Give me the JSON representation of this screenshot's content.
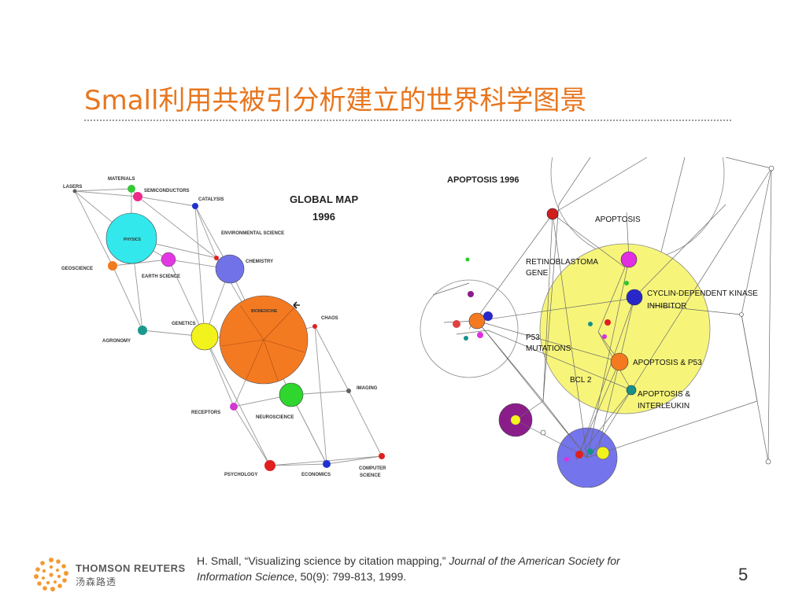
{
  "slide": {
    "title": "Small利用共被引分析建立的世界科学图景",
    "page_number": "5",
    "accent_color": "#e8761e"
  },
  "global_map": {
    "title_line1": "GLOBAL MAP",
    "title_line2": "1996",
    "labels": {
      "materials": "MATERIALS",
      "lasers": "LASERS",
      "semiconductors": "SEMICONDUCTORS",
      "catalysis": "CATALYSIS",
      "physics": "PHYSICS",
      "environmental_science": "ENVIRONMENTAL SCIENCE",
      "geoscience": "GEOSCIENCE",
      "earth_science": "EARTH SCIENCE",
      "chemistry": "CHEMISTRY",
      "biomedicine": "BIOMEDICINE",
      "chaos": "CHAOS",
      "agronomy": "AGRONOMY",
      "genetics": "GENETICS",
      "imaging": "IMAGING",
      "receptors": "RECEPTORS",
      "neuroscience": "NEUROSCIENCE",
      "psychology": "PSYCHOLOGY",
      "economics": "ECONOMICS",
      "computer": "COMPUTER",
      "science": "SCIENCE"
    }
  },
  "apoptosis_map": {
    "title": "APOPTOSIS 1996",
    "labels": {
      "apoptosis": "APOPTOSIS",
      "retinoblastoma": "RETINOBLASTOMA",
      "gene": "GENE",
      "cdk_line1": "CYCLIN-DEPENDENT KINASE",
      "cdk_line2": "INHIBITOR",
      "p53": "P53",
      "mutations": "MUTATIONS",
      "apoptosis_p53": "APOPTOSIS & P53",
      "bcl2": "BCL 2",
      "interleukin_line1": "APOPTOSIS &",
      "interleukin_line2": "INTERLEUKIN"
    }
  },
  "footer": {
    "brand": "THOMSON REUTERS",
    "brand_cn": "汤森路透",
    "citation_prefix": "H. Small, “Visualizing science by citation mapping,” ",
    "journal_part1": "Journal of the American Society for",
    "journal_part2": "Information Science",
    "citation_suffix": ", 50(9): 799-813, 1999."
  }
}
